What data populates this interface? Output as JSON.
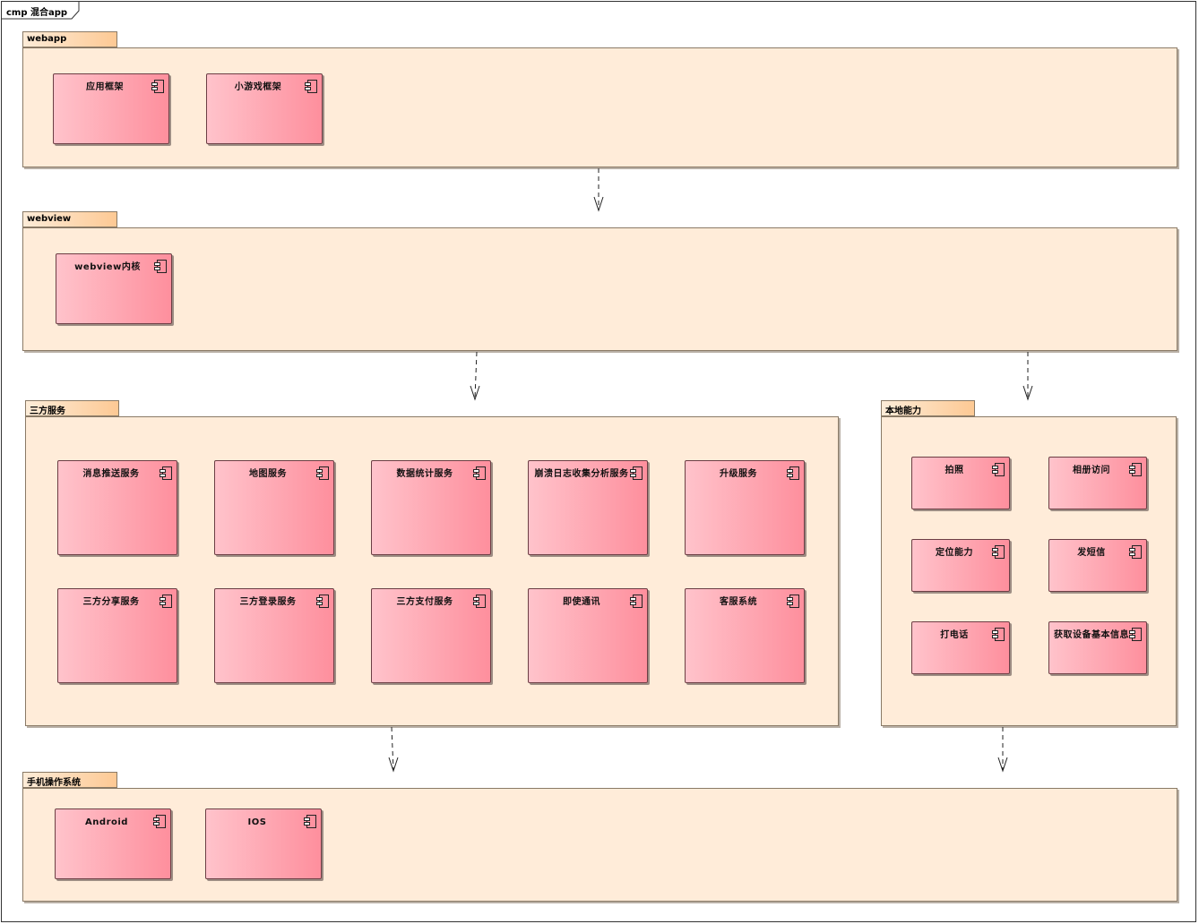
{
  "frame": {
    "title": "cmp 混合app"
  },
  "packages": {
    "webapp": {
      "name": "webapp",
      "components": [
        "应用框架",
        "小游戏框架"
      ]
    },
    "webview": {
      "name": "webview",
      "components": [
        "webview内核"
      ]
    },
    "third_party": {
      "name": "三方服务",
      "components": [
        "消息推送服务",
        "地图服务",
        "数据统计服务",
        "崩溃日志收集分析服务",
        "升级服务",
        "三方分享服务",
        "三方登录服务",
        "三方支付服务",
        "即使通讯",
        "客服系统"
      ]
    },
    "native": {
      "name": "本地能力",
      "components": [
        "拍照",
        "相册访问",
        "定位能力",
        "发短信",
        "打电话",
        "获取设备基本信息"
      ]
    },
    "os": {
      "name": "手机操作系统",
      "components": [
        "Android",
        "IOS"
      ]
    }
  },
  "icons": {
    "component": "uml-component-icon",
    "dependency": "dashed-arrow"
  },
  "colors": {
    "package_fill": "#ffecd9",
    "package_tab": "#fdc994",
    "component_left": "#ffc3cb",
    "component_right": "#fe8f9d"
  }
}
